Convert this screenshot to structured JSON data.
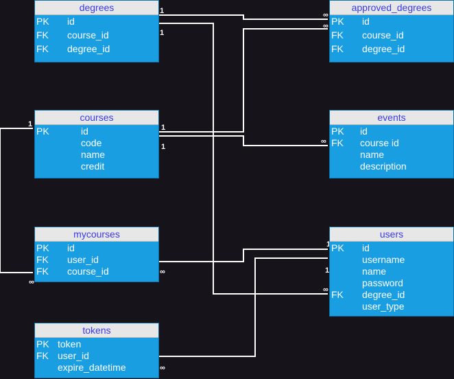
{
  "colors": {
    "background": "#16131b",
    "entity_fill": "#1a9ee2",
    "header_fill": "#e7e7e7",
    "header_text": "#3a3ae8",
    "line": "#ffffff"
  },
  "entities": {
    "degrees": {
      "title": "degrees",
      "rows": [
        {
          "key": "PK",
          "name": "id"
        },
        {
          "key": "FK",
          "name": "course_id"
        },
        {
          "key": "FK",
          "name": "degree_id"
        }
      ]
    },
    "approved_degrees": {
      "title": "approved_degrees",
      "rows": [
        {
          "key": "PK",
          "name": "id"
        },
        {
          "key": "FK",
          "name": "course_id"
        },
        {
          "key": "FK",
          "name": "degree_id"
        }
      ]
    },
    "courses": {
      "title": "courses",
      "rows": [
        {
          "key": "PK",
          "name": "id"
        },
        {
          "key": "",
          "name": "code"
        },
        {
          "key": "",
          "name": "name"
        },
        {
          "key": "",
          "name": "credit"
        }
      ]
    },
    "events": {
      "title": "events",
      "rows": [
        {
          "key": "PK",
          "name": "id"
        },
        {
          "key": "FK",
          "name": "course id"
        },
        {
          "key": "",
          "name": "name"
        },
        {
          "key": "",
          "name": "description"
        }
      ]
    },
    "mycourses": {
      "title": "mycourses",
      "rows": [
        {
          "key": "PK",
          "name": "id"
        },
        {
          "key": "FK",
          "name": "user_id"
        },
        {
          "key": "FK",
          "name": "course_id"
        }
      ]
    },
    "users": {
      "title": "users",
      "rows": [
        {
          "key": "PK",
          "name": "id"
        },
        {
          "key": "",
          "name": "username"
        },
        {
          "key": "",
          "name": "name"
        },
        {
          "key": "",
          "name": "password"
        },
        {
          "key": "FK",
          "name": "degree_id"
        },
        {
          "key": "",
          "name": "user_type"
        }
      ]
    },
    "tokens": {
      "title": "tokens",
      "rows": [
        {
          "key": "PK",
          "name": "token"
        },
        {
          "key": "FK",
          "name": "user_id"
        },
        {
          "key": "",
          "name": "expire_datetime"
        }
      ]
    }
  },
  "cardinality": {
    "one": "1",
    "many": "∞"
  }
}
